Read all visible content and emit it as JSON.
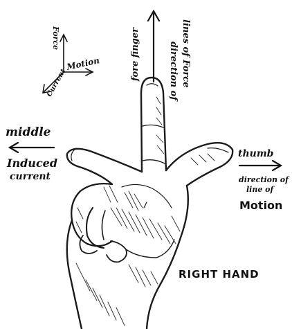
{
  "labels": {
    "top_arrow_text": "fore finger",
    "top_direction": "direction of",
    "top_field": "lines of Force",
    "axes_force": "Force",
    "axes_motion": "Motion",
    "axes_current": "Current",
    "middle": "middle",
    "induced": "Induced",
    "current": "current",
    "thumb": "thumb",
    "direction_of": "direction of",
    "line_of": "line of",
    "motion": "Motion",
    "hand_title": "RIGHT HAND"
  }
}
